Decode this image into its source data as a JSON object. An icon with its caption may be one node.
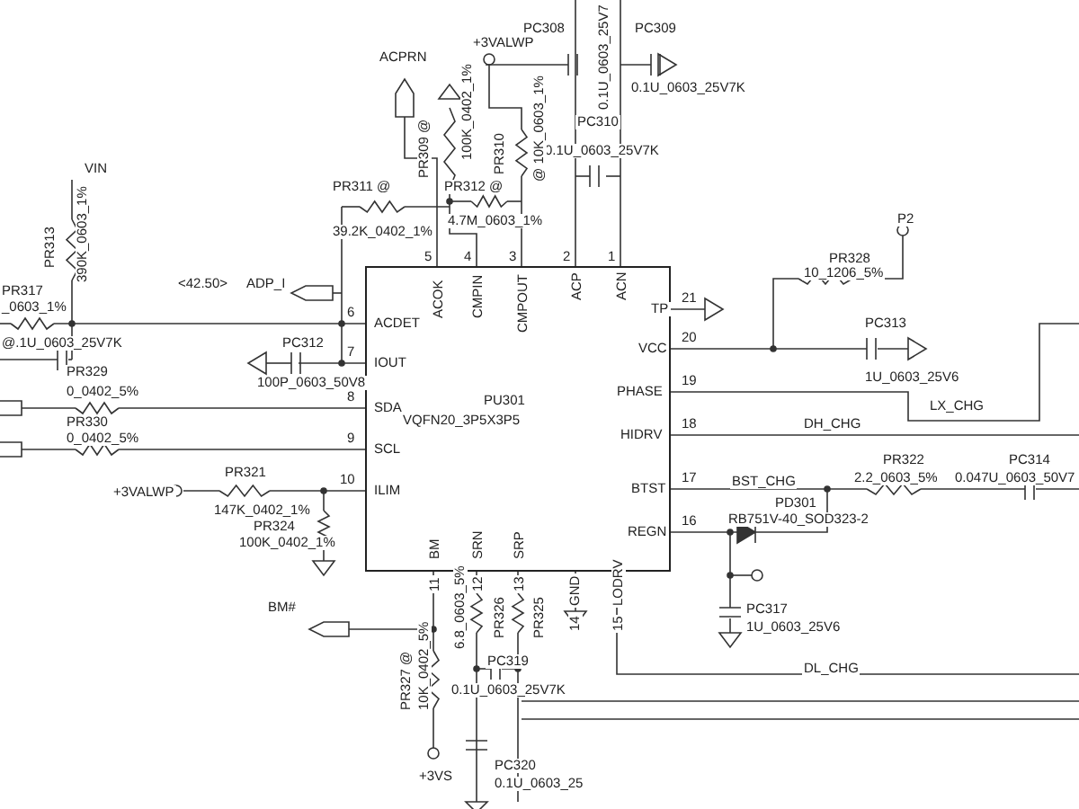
{
  "diagram": {
    "nodes": [
      {
        "text": [
          "PU301",
          "VQFN20_3P5X3P5"
        ]
      }
    ],
    "labels": [
      "ACPRN",
      "+3VALWP",
      "PC308",
      "0.1U_0603_25V7",
      "PC309",
      "0.1U_0603_25V7K",
      "PC310",
      "0.1U_0603_25V7K",
      "PR309 @",
      "100K_0402_1%",
      "PR310",
      "@ 10K_0603_1%",
      "PR311 @",
      "PR312 @",
      "4.7M_0603_1%",
      "39.2K_0402_1%",
      "VIN",
      "PR313",
      "390K_0603_1%",
      "PR317",
      "_0603_1%",
      "<42.50>",
      "ADP_I",
      "5",
      "4",
      "3",
      "2",
      "1",
      "ACOK",
      "CMPIN",
      "CMPOUT",
      "ACP",
      "ACN",
      "P2",
      "PR328",
      "10_1206_5%",
      "6",
      "ACDET",
      "7",
      "IOUT",
      "8",
      "SDA",
      "9",
      "SCL",
      "10",
      "ILIM",
      "21",
      "TP",
      "20",
      "VCC",
      "19",
      "PHASE",
      "18",
      "HIDRV",
      "17",
      "BTST",
      "16",
      "REGN",
      "@.1U_0603_25V7K",
      "PC312",
      "100P_0603_50V8",
      "PR329",
      "0_0402_5%",
      "PR330",
      "0_0402_5%",
      "PC313",
      "1U_0603_25V6",
      "LX_CHG",
      "DH_CHG",
      "PR321",
      "+3VALWP",
      "147K_0402_1%",
      "PR324",
      "100K_0402_1%",
      "BST_CHG",
      "PD301",
      "RB751V-40_SOD323-2",
      "PR322",
      "2.2_0603_5%",
      "PC314",
      "0.047U_0603_50V7",
      "BM",
      "SRN",
      "SRP",
      "GND",
      "LODRV",
      "11",
      "12",
      "13",
      "14",
      "15",
      "BM#",
      "PR327 @",
      "10K_0402_5%",
      "6.8_0603_5%",
      "PR326",
      "PR325",
      "PC317",
      "1U_0603_25V6",
      "PC319",
      "0.1U_0603_25V7K",
      "DL_CHG",
      "+3VS",
      "PC320",
      "0.1U_0603_25"
    ]
  }
}
